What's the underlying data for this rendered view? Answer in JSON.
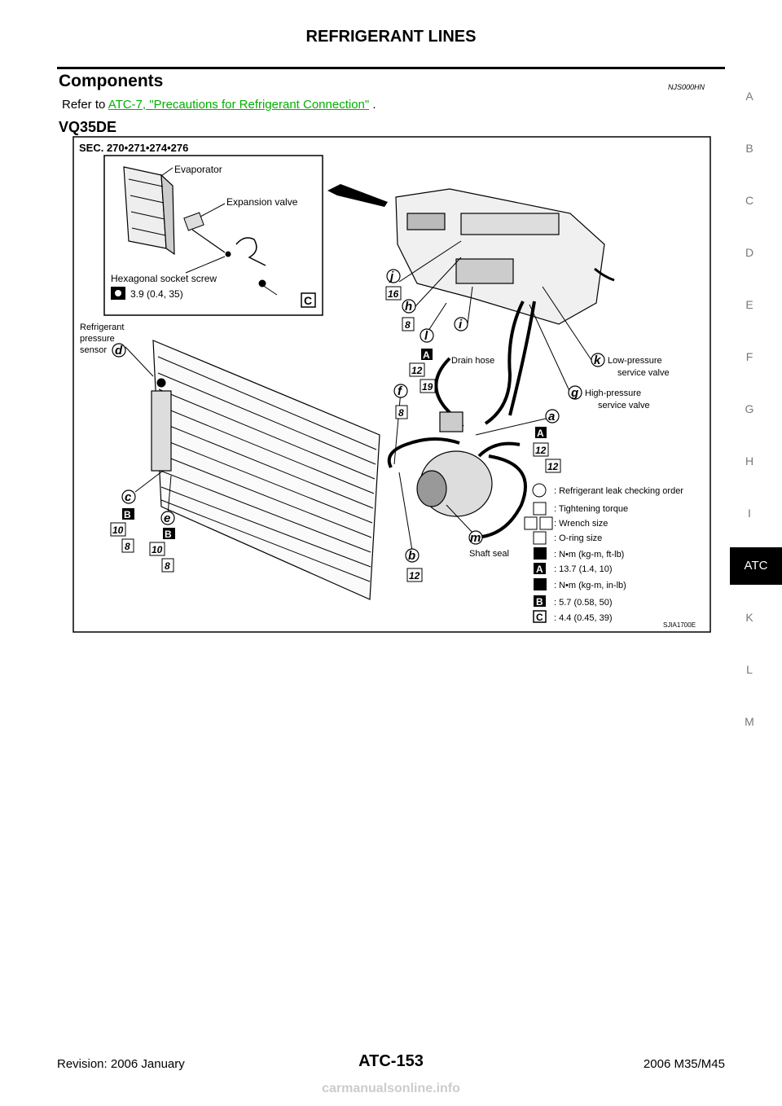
{
  "header": {
    "title": "REFRIGERANT LINES"
  },
  "section": {
    "heading": "Components",
    "code": "NJS000HN",
    "refer_prefix": "Refer to ",
    "refer_link": "ATC-7, \"Precautions for Refrigerant Connection\"",
    "refer_suffix": " .",
    "subheading": "VQ35DE"
  },
  "side_index": [
    "A",
    "B",
    "C",
    "D",
    "E",
    "F",
    "G",
    "H",
    "I",
    "ATC",
    "K",
    "L",
    "M"
  ],
  "side_active": "ATC",
  "figure": {
    "sec": "SEC. 270•271•274•276",
    "inset": {
      "evaporator": "Evaporator",
      "expansion_valve": "Expansion valve",
      "hex_screw": "Hexagonal socket screw",
      "torque": "3.9 (0.4, 35)",
      "badge": "C"
    },
    "labels": {
      "drain_hose": "Drain hose",
      "low_pressure_1": "Low-pressure",
      "low_pressure_2": "service valve",
      "high_pressure_1": "High-pressure",
      "high_pressure_2": "service valve",
      "refrigerant_1": "Refrigerant",
      "refrigerant_2": "pressure",
      "refrigerant_3": "sensor",
      "shaft_seal": "Shaft seal"
    },
    "callouts": {
      "j": "j",
      "h": "h",
      "i": "i",
      "l": "l",
      "f": "f",
      "k": "k",
      "g": "g",
      "a": "a",
      "d": "d",
      "c": "c",
      "e": "e",
      "m": "m",
      "b": "b"
    },
    "boxes": {
      "b16": "16",
      "b8a": "8",
      "bA1": "A",
      "b12a": "12",
      "b19": "19",
      "b8b": "8",
      "bA2": "A",
      "b12b": "12",
      "b12c": "12",
      "bB1": "B",
      "b10a": "10",
      "b8c": "8",
      "bB2": "B",
      "b10b": "10",
      "b8d": "8",
      "b12d": "12"
    },
    "legend": {
      "circle": ": Refrigerant leak checking order",
      "square": ": Tightening torque",
      "wrench": ": Wrench size",
      "oring": ": O-ring size",
      "nm_ft": ": N•m (kg-m, ft-lb)",
      "a_val": ": 13.7 (1.4, 10)",
      "nm_in": ": N•m (kg-m, in-lb)",
      "b_val": ": 5.7 (0.58, 50)",
      "c_val": ": 4.4 (0.45, 39)",
      "badge_a": "A",
      "badge_b": "B",
      "badge_c": "C"
    },
    "fig_id": "SJIA1700E"
  },
  "footer": {
    "revision": "Revision: 2006 January",
    "page": "ATC-153",
    "model": "2006 M35/M45",
    "watermark": "carmanualsonline.info"
  }
}
